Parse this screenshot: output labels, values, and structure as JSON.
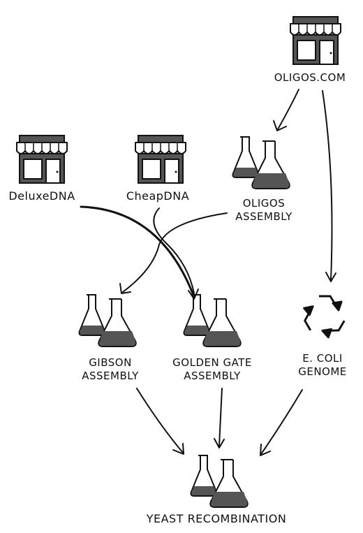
{
  "nodes": {
    "oligos_com": {
      "label": "OLIGOS.COM",
      "icon": "store-icon"
    },
    "deluxe_dna": {
      "label": "DeluxeDNA",
      "icon": "store-icon"
    },
    "cheap_dna": {
      "label": "CheapDNA",
      "icon": "store-icon"
    },
    "oligos_assembly": {
      "label_lines": [
        "OLIGOS",
        "ASSEMBLY"
      ],
      "icon": "flasks-icon"
    },
    "gibson_assembly": {
      "label_lines": [
        "GIBSON",
        "ASSEMBLY"
      ],
      "icon": "flasks-icon"
    },
    "golden_gate_assembly": {
      "label_lines": [
        "GOLDEN GATE",
        "ASSEMBLY"
      ],
      "icon": "flasks-icon"
    },
    "e_coli_genome": {
      "label_lines": [
        "E. COLI",
        "GENOME"
      ],
      "icon": "recycle-icon"
    },
    "yeast_recombination": {
      "label": "YEAST RECOMBINATION",
      "icon": "flasks-icon"
    }
  },
  "edges": [
    {
      "from": "OLIGOS.COM",
      "to": "OLIGOS ASSEMBLY"
    },
    {
      "from": "OLIGOS.COM",
      "to": "E. COLI GENOME"
    },
    {
      "from": "DeluxeDNA",
      "to": "GOLDEN GATE ASSEMBLY"
    },
    {
      "from": "CheapDNA",
      "to": "GOLDEN GATE ASSEMBLY"
    },
    {
      "from": "OLIGOS ASSEMBLY",
      "to": "GIBSON ASSEMBLY"
    },
    {
      "from": "GIBSON ASSEMBLY",
      "to": "YEAST RECOMBINATION"
    },
    {
      "from": "GOLDEN GATE ASSEMBLY",
      "to": "YEAST RECOMBINATION"
    },
    {
      "from": "E. COLI GENOME",
      "to": "YEAST RECOMBINATION"
    }
  ],
  "colors": {
    "ink": "#111111",
    "fill": "#555555",
    "awning": "#ffffff"
  }
}
